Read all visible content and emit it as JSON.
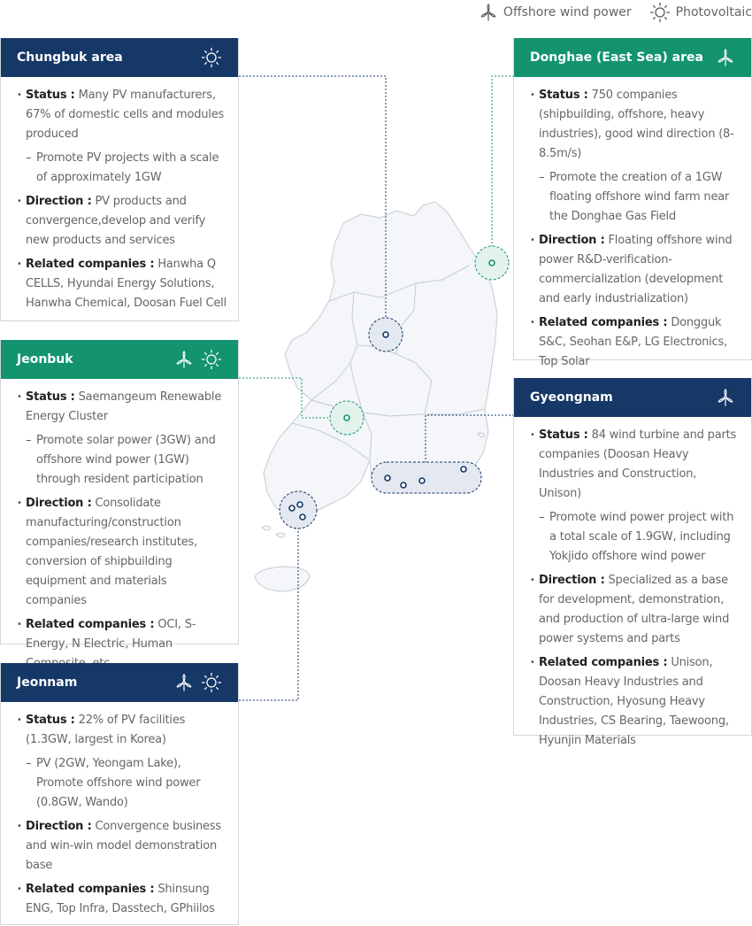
{
  "legend": {
    "wind": "Offshore wind power",
    "pv": "Photovoltaic"
  },
  "colors": {
    "navy": "#163866",
    "teal": "#13946e",
    "map_fill": "#f4f6f9",
    "map_stroke": "#c5ccd6"
  },
  "regions": {
    "chungbuk": {
      "title": "Chungbuk area",
      "icons": [
        "sun-icon"
      ],
      "status_label": "Status :",
      "status": "Many PV manufacturers, 67% of domestic cells and modules produced",
      "sub": "Promote PV projects with a scale of approximately 1GW",
      "direction_label": "Direction :",
      "direction": "PV products and convergence,develop and verify new products and services",
      "companies_label": "Related companies :",
      "companies": "Hanwha Q CELLS, Hyundai Energy Solutions, Hanwha Chemical, Doosan Fuel Cell"
    },
    "jeonbuk": {
      "title": "Jeonbuk",
      "icons": [
        "wind-turbine-icon",
        "sun-icon"
      ],
      "status_label": "Status :",
      "status": "Saemangeum Renewable Energy Cluster",
      "sub": "Promote solar power (3GW) and offshore wind power (1GW) through resident participation",
      "direction_label": "Direction :",
      "direction": "Consolidate manufacturing/construction companies/research institutes, conversion of shipbuilding equipment and materials companies",
      "companies_label": "Related companies :",
      "companies": "OCI, S-Energy, N Electric, Human Composite, etc."
    },
    "jeonnam": {
      "title": "Jeonnam",
      "icons": [
        "wind-turbine-icon",
        "sun-icon"
      ],
      "status_label": "Status :",
      "status": "22% of PV facilities (1.3GW, largest in Korea)",
      "sub": "PV (2GW, Yeongam Lake), Promote offshore wind power (0.8GW, Wando)",
      "direction_label": "Direction :",
      "direction": "Convergence business and win-win model demonstration base",
      "companies_label": "Related companies :",
      "companies": "Shinsung ENG, Top Infra, Dasstech, GPhiilos"
    },
    "donghae": {
      "title": "Donghae (East Sea) area",
      "icons": [
        "wind-turbine-icon"
      ],
      "status_label": "Status :",
      "status": "750 companies (shipbuilding, offshore, heavy industries), good wind direction (8-8.5m/s)",
      "sub": "Promote the creation of a 1GW floating offshore wind farm near the Donghae Gas Field",
      "direction_label": "Direction :",
      "direction": "Floating offshore wind power R&D-verification-commercialization (development and early industrialization)",
      "companies_label": "Related companies :",
      "companies": "Dongguk S&C, Seohan E&P, LG Electronics, Top Solar"
    },
    "gyeongnam": {
      "title": "Gyeongnam",
      "icons": [
        "wind-turbine-icon"
      ],
      "status_label": "Status :",
      "status": "84 wind turbine and parts companies (Doosan Heavy Industries and Construction, Unison)",
      "sub": "Promote wind power project with a total scale of 1.9GW, including Yokjido offshore wind power",
      "direction_label": "Direction :",
      "direction": "Specialized as a base for development, demonstration, and production of ultra-large wind power systems and parts",
      "companies_label": "Related companies :",
      "companies": "Unison, Doosan Heavy Industries and Construction, Hyosung Heavy Industries, CS Bearing, Taewoong, Hyunjin Materials"
    }
  }
}
